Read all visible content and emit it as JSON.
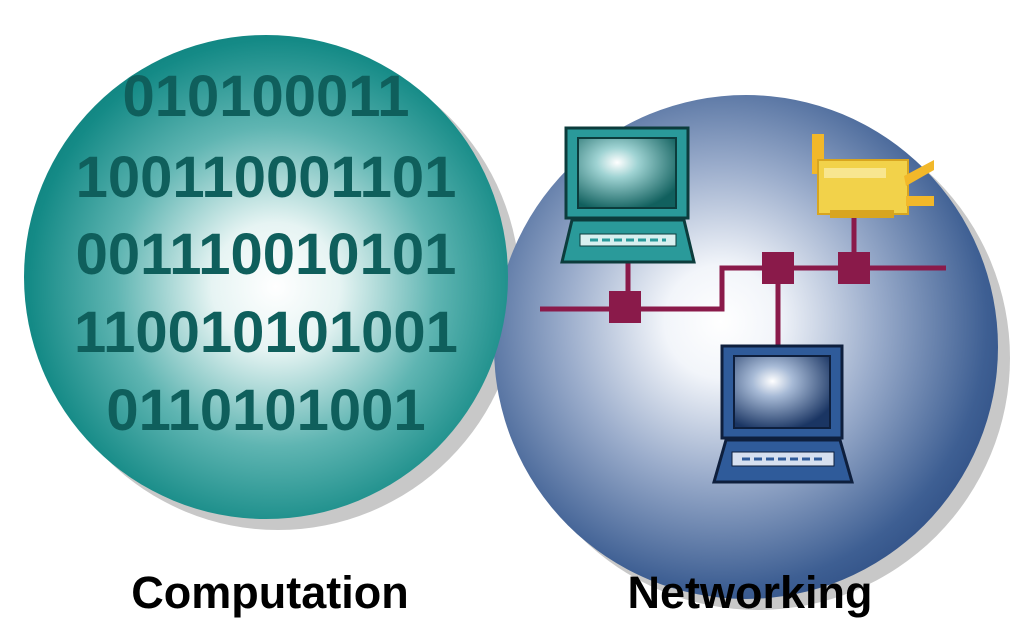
{
  "computation": {
    "label": "Computation",
    "binary_lines": [
      "010100011",
      "100110001101",
      "001110010101",
      "110010101001",
      "0110101001"
    ]
  },
  "networking": {
    "label": "Networking"
  },
  "colors": {
    "computation_circle": "#0e8a87",
    "networking_circle": "#2e4f86",
    "binary_text": "#0f5f5c",
    "network_cable": "#8a1a4a",
    "terminal": "#2a9a9a",
    "laptop": "#2f5b9a",
    "printer": "#f2d24a"
  },
  "icons": [
    "terminal-icon",
    "laptop-icon",
    "printer-icon",
    "network-hub-icon"
  ]
}
